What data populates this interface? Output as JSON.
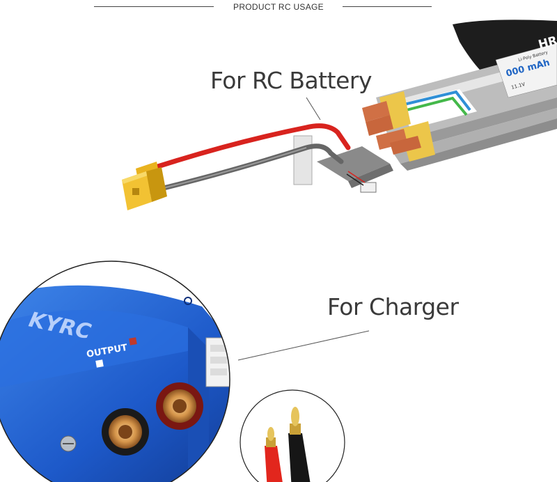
{
  "header": {
    "title": "PRODUCT RC USAGE"
  },
  "callouts": {
    "battery": "For RC Battery",
    "charger": "For Charger"
  },
  "battery_label": {
    "brand": "HR",
    "capacity": "000 mAh",
    "type": "Li-Poly Battery",
    "voltage": "11.1V"
  },
  "charger_label": {
    "brand": "KYRC",
    "output": "OUTPUT"
  },
  "colors": {
    "red_wire": "#d8231e",
    "connector_yellow": "#e8b21c",
    "charger_blue": "#1f5fd0",
    "balance_blue": "#3a9ad8",
    "balance_green": "#3fae3a"
  }
}
